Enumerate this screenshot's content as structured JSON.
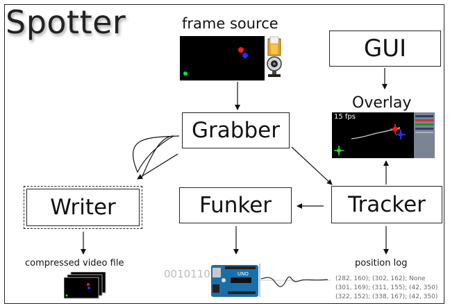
{
  "title": "Spotter",
  "nodes": {
    "gui": "GUI",
    "grabber": "Grabber",
    "writer": "Writer",
    "funker": "Funker",
    "tracker": "Tracker"
  },
  "labels": {
    "frame_source": "frame source",
    "overlay": "Overlay",
    "compressed_video_file": "compressed video file",
    "position_log": "position log"
  },
  "overlay_fps": "15 fps",
  "binary_text": "0010110",
  "position_log_lines": [
    "(282, 160); (302, 162); None",
    "(301, 169); (311, 155); (42, 350)",
    "(322, 152); (338, 167); (42, 350)"
  ],
  "colors": {
    "led_red": "#ff1a1a",
    "led_blue": "#2a2aff",
    "led_green": "#22dd22",
    "arduino_board": "#1b6fa8"
  }
}
